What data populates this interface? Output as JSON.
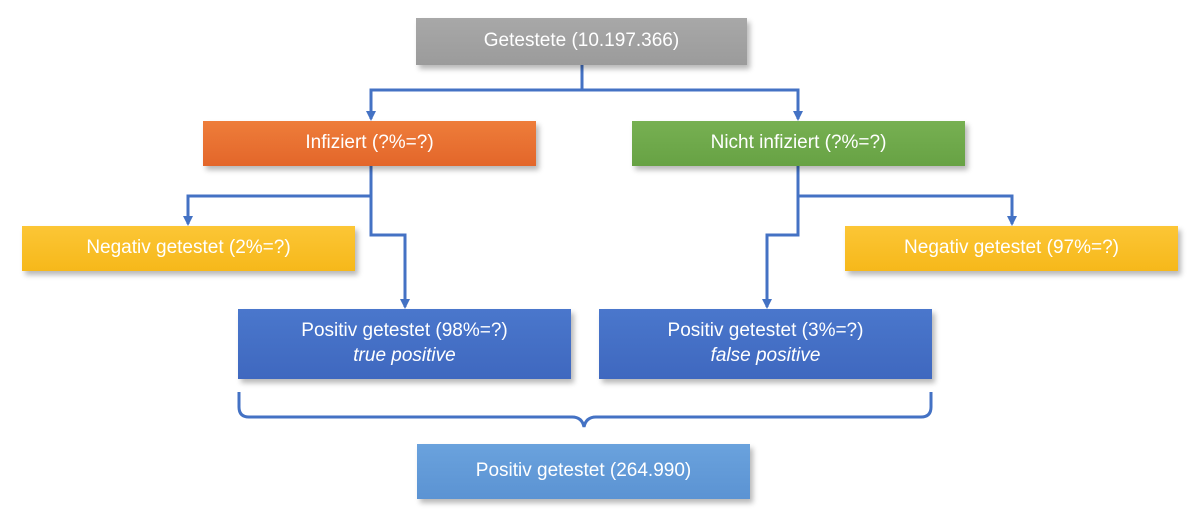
{
  "nodes": {
    "root": {
      "label": "Getestete (10.197.366)"
    },
    "infected": {
      "label": "Infiziert (?%=?)"
    },
    "not_infected": {
      "label": "Nicht infiziert (?%=?)"
    },
    "infected_negative": {
      "label": "Negativ getestet (2%=?)"
    },
    "not_infected_negative": {
      "label": "Negativ getestet (97%=?)"
    },
    "true_positive": {
      "label": "Positiv getestet (98%=?)",
      "sublabel": "true positive"
    },
    "false_positive": {
      "label": "Positiv getestet (3%=?)",
      "sublabel": "false positive"
    },
    "total_positive": {
      "label": "Positiv getestet (264.990)"
    }
  },
  "colors": {
    "connector": "#4472c4",
    "root": "#a5a5a5",
    "infected": "#ed7d31",
    "not_infected": "#70ad47",
    "negative": "#ffc000",
    "positive": "#4472c4",
    "total": "#5b9bd5"
  }
}
